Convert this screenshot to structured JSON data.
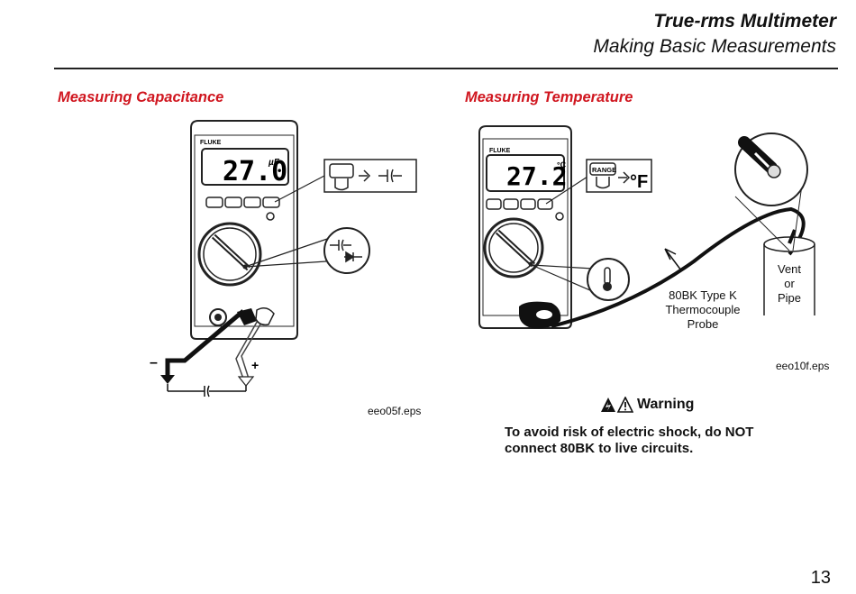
{
  "header": {
    "title": "True-rms Multimeter",
    "subtitle": "Making Basic Measurements"
  },
  "left_section": {
    "heading": "Measuring Capacitance",
    "display_reading": "27.0",
    "display_unit": "µF",
    "brand": "FLUKE",
    "minus_label": "–",
    "plus_label": "+",
    "figure_file": "eeo05f.eps"
  },
  "right_section": {
    "heading": "Measuring Temperature",
    "display_reading": "27.2",
    "display_unit": "°C",
    "brand": "FLUKE",
    "range_button": "RANGE",
    "result_unit": "°F",
    "probe_label": [
      "80BK Type K",
      "Thermocouple",
      "Probe"
    ],
    "vent_label": [
      "Vent",
      "or",
      "Pipe"
    ],
    "figure_file": "eeo10f.eps"
  },
  "warning": {
    "title": "Warning",
    "text": [
      "To avoid risk of electric shock, do NOT",
      "connect 80BK to live circuits."
    ]
  },
  "page_number": "13"
}
